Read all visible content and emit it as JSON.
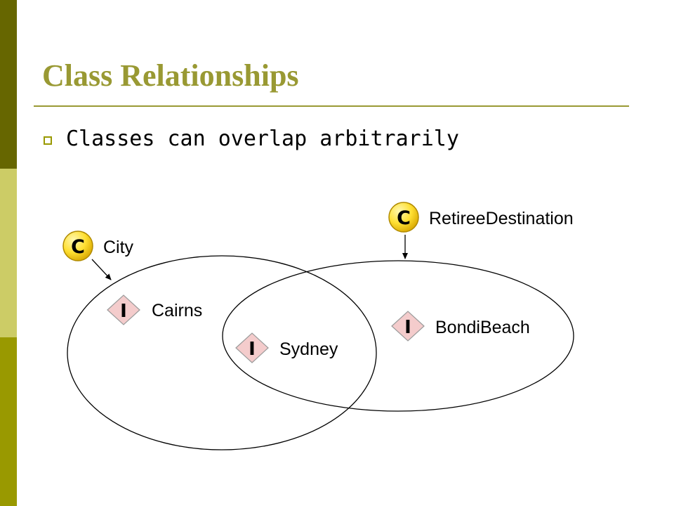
{
  "slide": {
    "title": "Class Relationships",
    "bullet": "Classes can overlap arbitrarily"
  },
  "colors": {
    "title": "#999933",
    "sidebar_dark": "#666600",
    "sidebar_light": "#cccc66",
    "sidebar_mid": "#999900",
    "class_icon_fill": "#ffe033",
    "instance_icon_fill": "#f4cccc",
    "instance_icon_letter": "#444444"
  },
  "diagram": {
    "classes": [
      {
        "id": "city",
        "label": "City",
        "icon": "class-c-icon"
      },
      {
        "id": "retiree",
        "label": "RetireeDestination",
        "icon": "class-c-icon"
      }
    ],
    "instances": [
      {
        "id": "cairns",
        "label": "Cairns",
        "icon": "instance-i-icon",
        "member_of": [
          "City"
        ]
      },
      {
        "id": "sydney",
        "label": "Sydney",
        "icon": "instance-i-icon",
        "member_of": [
          "City",
          "RetireeDestination"
        ]
      },
      {
        "id": "bondi",
        "label": "BondiBeach",
        "icon": "instance-i-icon",
        "member_of": [
          "RetireeDestination"
        ]
      }
    ],
    "icon_letters": {
      "class": "C",
      "instance": "I"
    }
  }
}
